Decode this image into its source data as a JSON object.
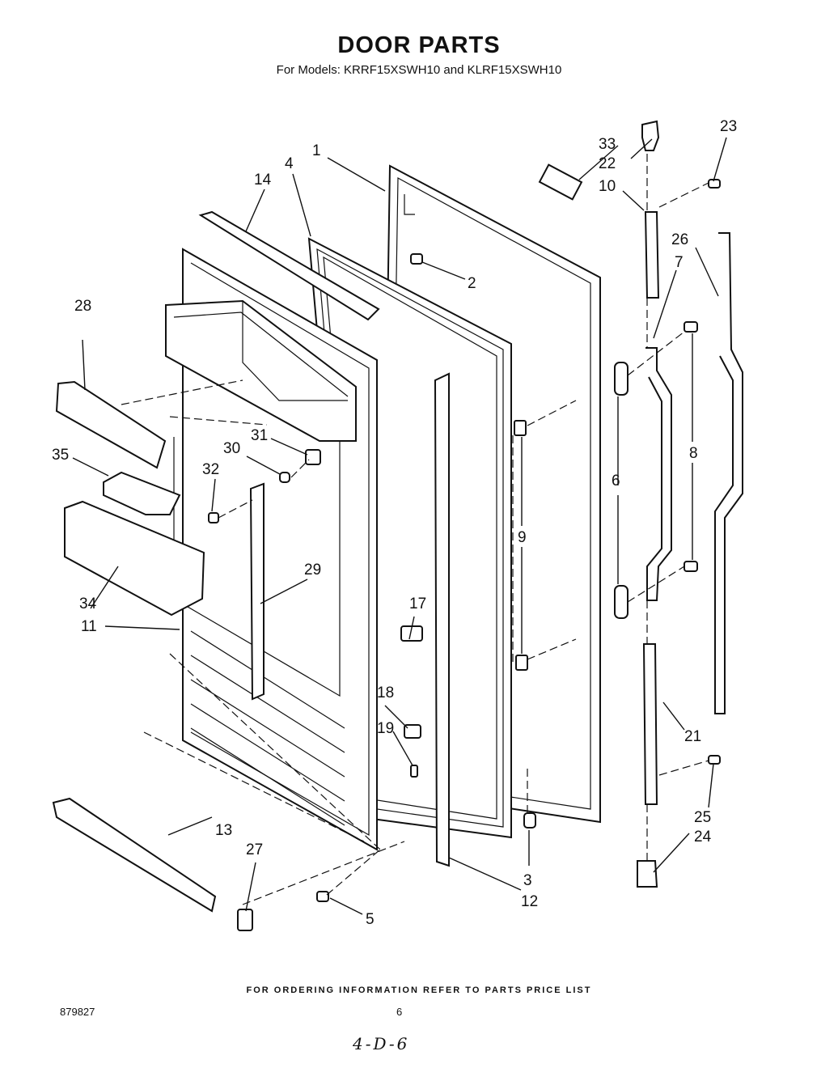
{
  "header": {
    "title": "DOOR PARTS",
    "subtitle": "For Models: KRRF15XSWH10  and KLRF15XSWH10"
  },
  "callouts": [
    {
      "id": "c1",
      "text": "1"
    },
    {
      "id": "c2",
      "text": "2"
    },
    {
      "id": "c3",
      "text": "3"
    },
    {
      "id": "c4",
      "text": "4"
    },
    {
      "id": "c5",
      "text": "5"
    },
    {
      "id": "c6",
      "text": "6"
    },
    {
      "id": "c7",
      "text": "7"
    },
    {
      "id": "c8",
      "text": "8"
    },
    {
      "id": "c9",
      "text": "9"
    },
    {
      "id": "c10",
      "text": "10"
    },
    {
      "id": "c11",
      "text": "11"
    },
    {
      "id": "c12",
      "text": "12"
    },
    {
      "id": "c13",
      "text": "13"
    },
    {
      "id": "c14",
      "text": "14"
    },
    {
      "id": "c17",
      "text": "17"
    },
    {
      "id": "c18",
      "text": "18"
    },
    {
      "id": "c19",
      "text": "19"
    },
    {
      "id": "c21",
      "text": "21"
    },
    {
      "id": "c22",
      "text": "22"
    },
    {
      "id": "c23",
      "text": "23"
    },
    {
      "id": "c24",
      "text": "24"
    },
    {
      "id": "c25",
      "text": "25"
    },
    {
      "id": "c26",
      "text": "26"
    },
    {
      "id": "c27",
      "text": "27"
    },
    {
      "id": "c28",
      "text": "28"
    },
    {
      "id": "c29",
      "text": "29"
    },
    {
      "id": "c30",
      "text": "30"
    },
    {
      "id": "c31",
      "text": "31"
    },
    {
      "id": "c32",
      "text": "32"
    },
    {
      "id": "c33",
      "text": "33"
    },
    {
      "id": "c34",
      "text": "34"
    },
    {
      "id": "c35",
      "text": "35"
    }
  ],
  "footer": {
    "note": "FOR ORDERING INFORMATION REFER TO PARTS PRICE LIST",
    "doc_number": "879827",
    "page_number": "6",
    "handwritten": "4-D-6"
  }
}
